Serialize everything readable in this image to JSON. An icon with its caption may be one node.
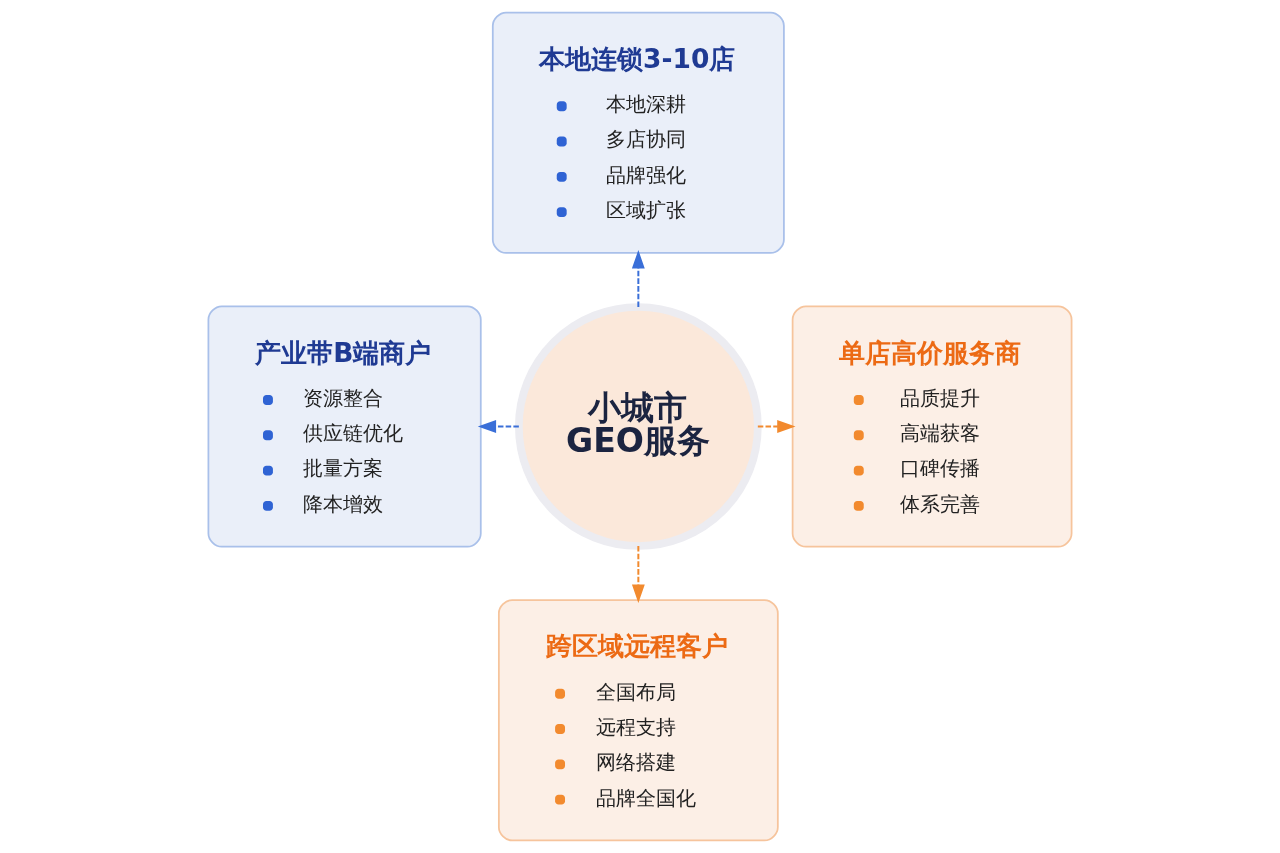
{
  "diagram": {
    "nodes": [
      {
        "text": [
          "本地连锁3-10店",
          "本地深耕",
          "多店协同",
          "品牌强化",
          "区域扩张"
        ]
      },
      {
        "text": [
          "产业带B端商户",
          "资源整合",
          "供应链优化",
          "批量方案",
          "降本增效"
        ]
      },
      {
        "text": [
          "小城市 GEO服务"
        ]
      },
      {
        "text": [
          "单店高价服务商",
          "品质提升",
          "高端获客",
          "口碑传播",
          "体系完善"
        ]
      },
      {
        "text": [
          "跨区域远程客户",
          "全国布局",
          "远程支持",
          "网络搭建",
          "品牌全国化"
        ]
      }
    ],
    "edges": [
      {
        "from": 2,
        "to": 0,
        "arrow": "to",
        "style": "dashed",
        "color": "#3a6fd8"
      },
      {
        "from": 2,
        "to": 1,
        "arrow": "to",
        "style": "dashed",
        "color": "#3a6fd8"
      },
      {
        "from": 2,
        "to": 4,
        "arrow": "to",
        "style": "dashed",
        "color": "#f28a2e"
      },
      {
        "from": 2,
        "to": 3,
        "arrow": "to",
        "style": "dashed",
        "color": "#f28a2e"
      }
    ]
  }
}
